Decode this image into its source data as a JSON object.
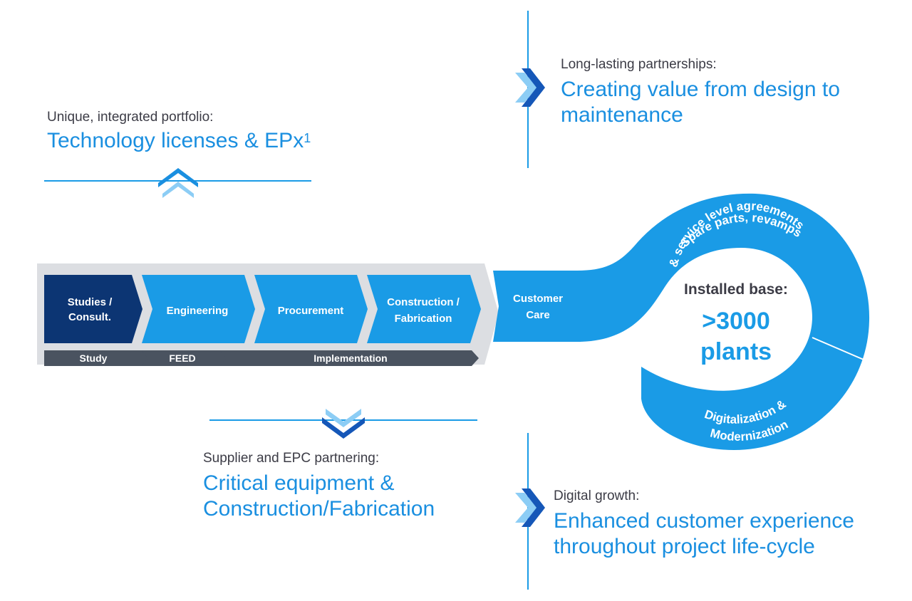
{
  "callouts": {
    "portfolio": {
      "subtitle": "Unique, integrated portfolio:",
      "headline": "Technology licenses & EPx",
      "footnote": "1"
    },
    "partnerships": {
      "subtitle": "Long-lasting partnerships:",
      "headline_line1": "Creating value from design to",
      "headline_line2": "maintenance"
    },
    "supplier": {
      "subtitle": "Supplier and EPC partnering:",
      "headline_line1": "Critical equipment &",
      "headline_line2": "Construction/Fabrication"
    },
    "digital": {
      "subtitle": "Digital growth:",
      "headline_line1": "Enhanced customer experience",
      "headline_line2": "throughout project life-cycle"
    }
  },
  "stages": [
    {
      "line1": "Studies /",
      "line2": "Consult."
    },
    {
      "line1": "Engineering",
      "line2": ""
    },
    {
      "line1": "Procurement",
      "line2": ""
    },
    {
      "line1": "Construction /",
      "line2": "Fabrication"
    },
    {
      "line1": "Customer",
      "line2": "Care"
    }
  ],
  "phases": [
    "Study",
    "FEED",
    "Implementation"
  ],
  "installed_base": {
    "label": "Installed base:",
    "value_line1": ">3000",
    "value_line2": "plants"
  },
  "loop_labels": {
    "top_line1": "Spare parts, revamps",
    "top_line2": "& service level agreements",
    "bottom_line1": "Digitalization &",
    "bottom_line2": "Modernization"
  },
  "colors": {
    "light_blue": "#1a9be6",
    "dark_navy": "#0c3573",
    "pale_blue": "#7fc4f2",
    "gray_band": "#dcdee2",
    "dark_gray": "#4a5360"
  }
}
